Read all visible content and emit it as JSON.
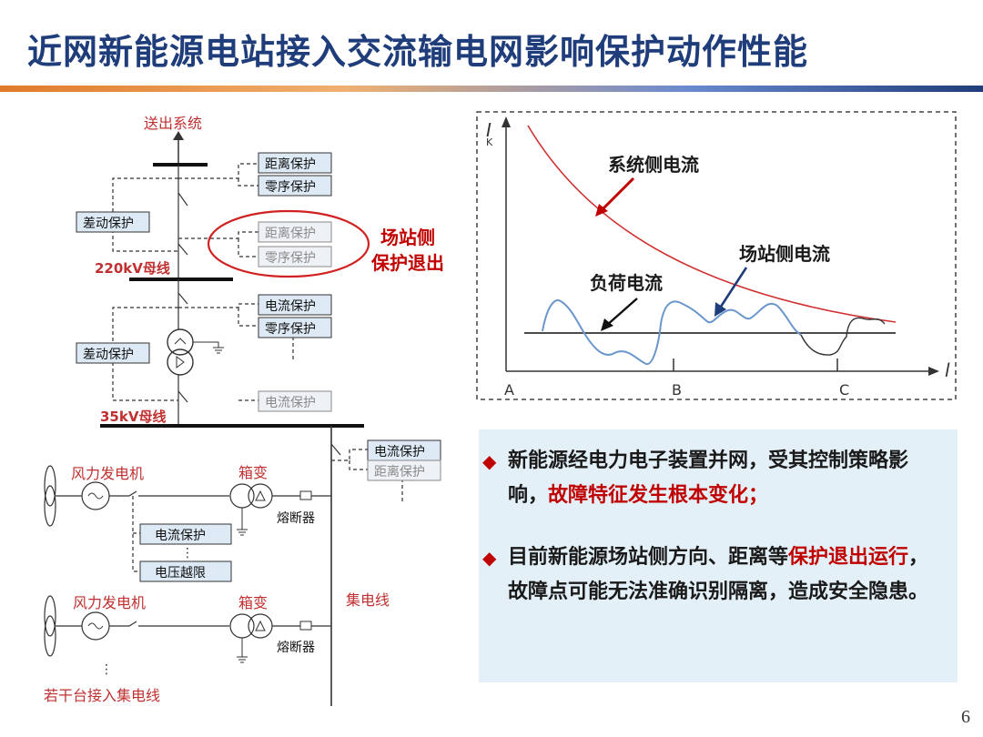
{
  "title": "近网新能源电站接入交流输电网影响保护动作性能",
  "diagram": {
    "label_send_system": "送出系统",
    "prot_distance_1": "距离保护",
    "prot_zero_1": "零序保护",
    "prot_diff_1": "差动保护",
    "prot_distance_exit": "距离保护",
    "prot_zero_exit": "零序保护",
    "exit_note_line1": "场站侧",
    "exit_note_line2": "保护退出",
    "bus_220": "220kV母线",
    "prot_current_1": "电流保护",
    "prot_zero_2": "零序保护",
    "prot_diff_2": "差动保护",
    "prot_current_2": "电流保护",
    "bus_35": "35kV母线",
    "prot_current_3": "电流保护",
    "prot_distance_3": "距离保护",
    "wind_gen_1": "风力发电机",
    "box_transformer_1": "箱变",
    "fuse_1": "熔断器",
    "prot_current_4": "电流保护",
    "prot_overvoltage": "电压越限",
    "wind_gen_2": "风力发电机",
    "box_transformer_2": "箱变",
    "fuse_2": "熔断器",
    "collector_line": "集电线",
    "multi_units": "若干台接入集电线"
  },
  "plot": {
    "y_axis_main": "I",
    "y_axis_sub": "K",
    "x_axis": "l",
    "tick_a": "A",
    "tick_b": "B",
    "tick_c": "C",
    "label_system_current": "系统侧电流",
    "label_station_current": "场站侧电流",
    "label_load_current": "负荷电流",
    "colors": {
      "system_current": "#d03030",
      "station_current": "#6a96cc",
      "load_current": "#333333"
    }
  },
  "bullets": [
    {
      "text_a": "新能源经电力电子装置并网，受其控制策略影响，",
      "text_hl": "故障特征发生根本变化；",
      "text_b": ""
    },
    {
      "text_a": "目前新能源场站侧方向、距离等",
      "text_hl": "保护退出运行",
      "text_b": "，故障点可能无法准确识别隔离，造成安全隐患。"
    }
  ],
  "page_number": "6"
}
